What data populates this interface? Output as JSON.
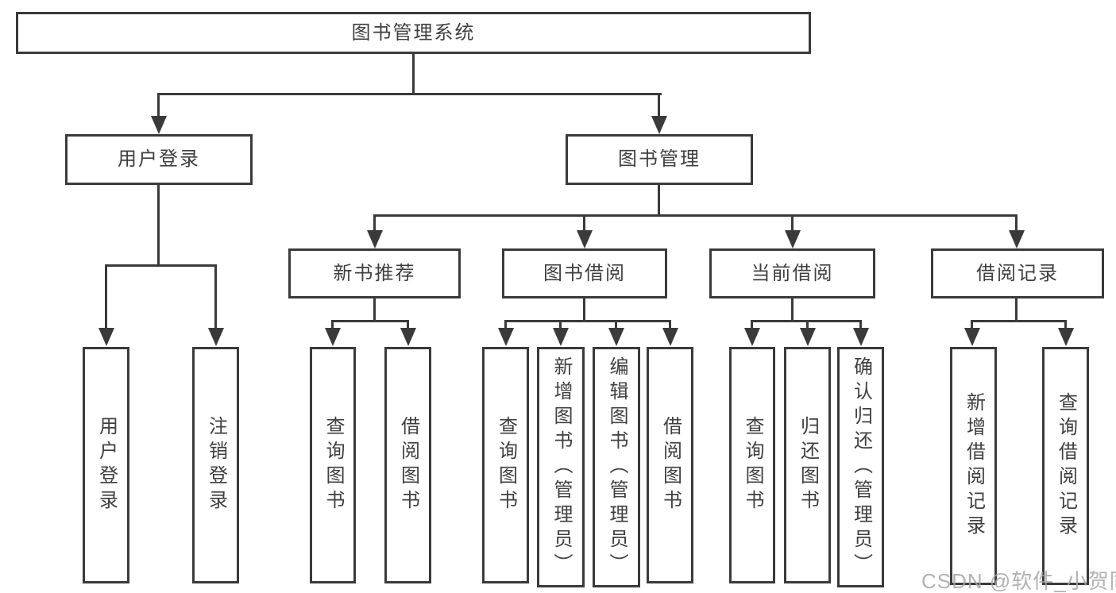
{
  "diagram": {
    "title": "图书管理系统",
    "level2": [
      {
        "label": "用户登录"
      },
      {
        "label": "图书管理"
      }
    ],
    "level3": [
      {
        "label": "新书推荐",
        "parent": "图书管理"
      },
      {
        "label": "图书借阅",
        "parent": "图书管理"
      },
      {
        "label": "当前借阅",
        "parent": "图书管理"
      },
      {
        "label": "借阅记录",
        "parent": "图书管理"
      }
    ],
    "level4": [
      {
        "label": "用户登录",
        "parent": "用户登录"
      },
      {
        "label": "注销登录",
        "parent": "用户登录"
      },
      {
        "label": "查询图书",
        "parent": "新书推荐"
      },
      {
        "label": "借阅图书",
        "parent": "新书推荐"
      },
      {
        "label": "查询图书",
        "parent": "图书借阅"
      },
      {
        "label": "新增图书（管理员）",
        "parent": "图书借阅"
      },
      {
        "label": "编辑图书（管理员）",
        "parent": "图书借阅"
      },
      {
        "label": "借阅图书",
        "parent": "图书借阅"
      },
      {
        "label": "查询图书",
        "parent": "当前借阅"
      },
      {
        "label": "归还图书",
        "parent": "当前借阅"
      },
      {
        "label": "确认归还（管理员）",
        "parent": "当前借阅"
      },
      {
        "label": "新增借阅记录",
        "parent": "借阅记录"
      },
      {
        "label": "查询借阅记录",
        "parent": "借阅记录"
      }
    ]
  },
  "watermark": "CSDN @软件_小贺同学",
  "colors": {
    "line": "#3a3a3a",
    "text": "#3f3f3f",
    "background": "#ffffff",
    "watermark": "#a4a4a4"
  }
}
